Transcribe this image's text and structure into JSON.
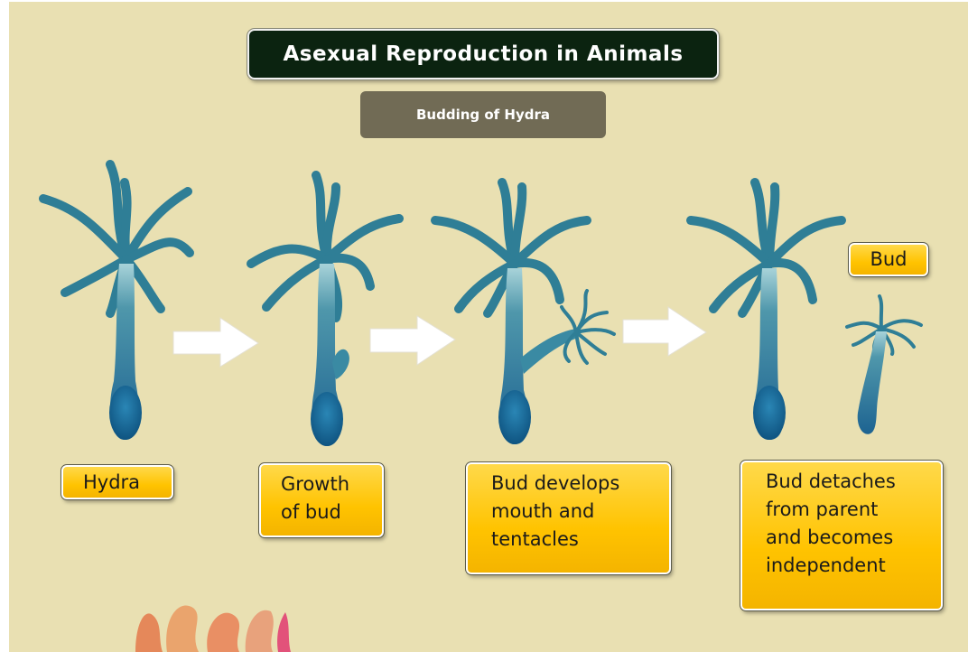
{
  "title": "Asexual Reproduction in Animals",
  "subtitle": "Budding of Hydra",
  "stages": [
    {
      "label": "Hydra"
    },
    {
      "label": "Growth\nof bud"
    },
    {
      "label": "Bud develops\nmouth and\ntentacles"
    },
    {
      "label": "Bud detaches\nfrom parent\nand becomes\nindependent"
    }
  ],
  "bud_label": "Bud",
  "colors": {
    "background": "#e9e0b2",
    "title_bg": "#0b2310",
    "subtitle_bg": "#716b55",
    "label_bg": "#ffc300",
    "hydra_body": "#2f7d97",
    "arrow": "#ffffff"
  }
}
